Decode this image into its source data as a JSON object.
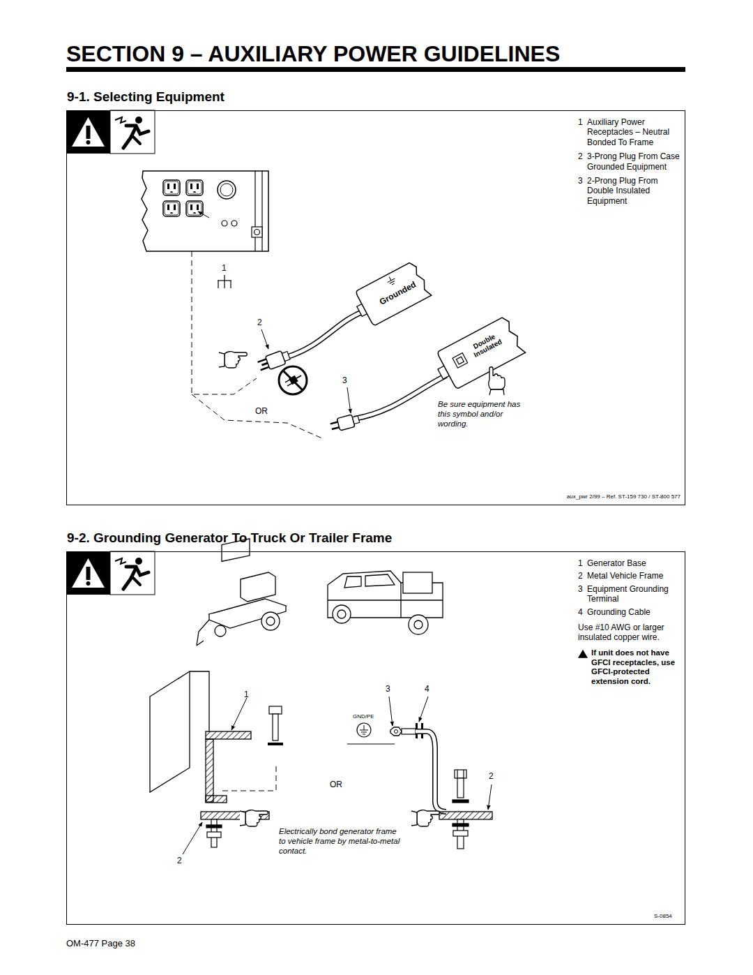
{
  "diagram": {
    "title": "SECTION 9 – AUXILIARY POWER GUIDELINES",
    "nodes": [
      {
        "text": [
          "9-1. Selecting Equipment"
        ]
      },
      {
        "text": [
          "9-2. Grounding Generator To Truck Or Trailer Frame"
        ]
      }
    ],
    "labels": [
      "1",
      "Auxiliary Power Receptacles – Neutral Bonded To Frame",
      "2",
      "3-Prong Plug From Case Grounded Equipment",
      "3",
      "2-Prong Plug From Double Insulated Equipment",
      "1",
      "Grounded",
      "Double Insulated",
      "2",
      "3",
      "OR",
      "Be sure equipment has this symbol and/or wording.",
      "aux_pwr 2/99 – Ref. ST-159 730 / ST-800 577",
      "1",
      "Generator Base",
      "2",
      "Metal Vehicle Frame",
      "3",
      "Equipment Grounding Terminal",
      "4",
      "Grounding Cable",
      "Use #10 AWG or larger insulated copper wire.",
      "If unit does not have GFCI receptacles, use GFCI-protected extension cord.",
      "3",
      "4",
      "1",
      "GND/PE",
      "OR",
      "2",
      "2",
      "Electrically bond generator frame to vehicle frame by metal-to-metal contact.",
      "S-0854",
      "OM-477 Page 38"
    ]
  }
}
